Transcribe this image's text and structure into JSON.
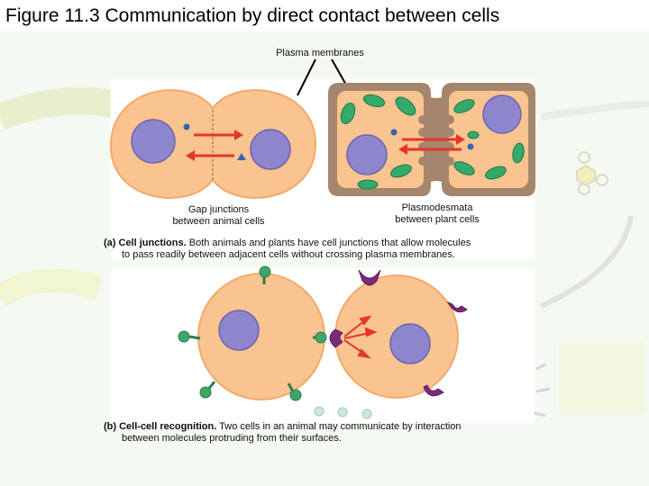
{
  "title": "Figure 11.3 Communication by direct contact between cells",
  "top_label": "Plasma membranes",
  "label_gap": "Gap junctions\nbetween animal cells",
  "label_plasmo": "Plasmodesmata\nbetween plant cells",
  "caption_a_bold": "(a) Cell junctions.",
  "caption_a_text": " Both animals and plants have cell junctions that allow molecules",
  "caption_a_text2": "to pass readily between adjacent cells without crossing plasma membranes.",
  "caption_b_bold": "(b) Cell-cell recognition.",
  "caption_b_text": " Two cells in an animal may communicate by interaction",
  "caption_b_text2": "between molecules protruding from their surfaces.",
  "colors": {
    "cell_fill": "#f9c48f",
    "nucleus": "#8e86cc",
    "arrow": "#e5342f",
    "plant_wall": "#a5866d",
    "chloroplast": "#35a86b",
    "receptor": "#7a2a7a",
    "signal": "#3fa66a",
    "background_accent": "#e8f3e4"
  }
}
